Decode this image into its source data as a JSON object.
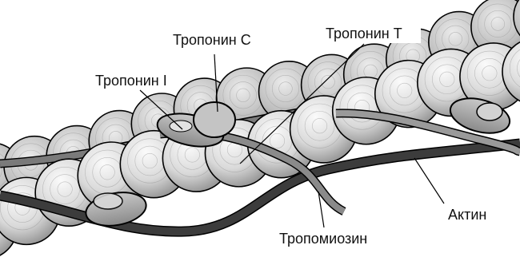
{
  "labels": {
    "troponin_c": "Тропонин С",
    "troponin_t": "Тропонин Т",
    "troponin_i": "Тропонин I",
    "actin": "Актин",
    "tropomyosin": "Тропомиозин"
  },
  "colors": {
    "background": "#ffffff",
    "bead_light": "#f6f6f6",
    "bead_dark": "#8c8c8c",
    "tropomyosin_dark": "#3c3c3c",
    "tropomyosin_mid": "#7a7a7a",
    "troponin": "#a8a8a8",
    "line": "#000000"
  }
}
